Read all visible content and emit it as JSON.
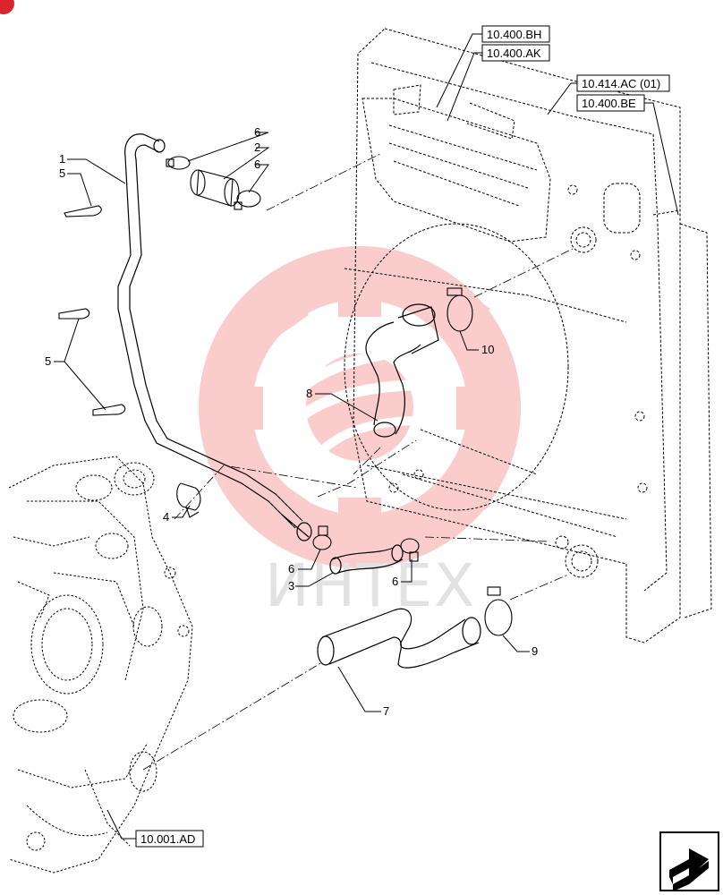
{
  "reference_boxes": [
    {
      "id": "ref-10-400-bh",
      "text": "10.400.BH"
    },
    {
      "id": "ref-10-400-ak",
      "text": "10.400.AK"
    },
    {
      "id": "ref-10-414-ac",
      "text": "10.414.AC (01)"
    },
    {
      "id": "ref-10-400-be",
      "text": "10.400.BE"
    },
    {
      "id": "ref-10-001-ad",
      "text": "10.001.AD"
    }
  ],
  "callouts": {
    "c1": "1",
    "c2": "2",
    "c5a": "5",
    "c5b": "5",
    "c6a": "6",
    "c6b": "6",
    "c4": "4",
    "c6c": "6",
    "c3": "3",
    "c6d": "6",
    "c7": "7",
    "c8": "8",
    "c9": "9",
    "c10": "10"
  },
  "watermark": {
    "text": "ИНТЕХ",
    "color": "#f04a4a"
  },
  "colors": {
    "ink": "#000000",
    "accent": "#d9262c"
  },
  "icons": {
    "corner_mark": "red-badge-icon",
    "nav": "next-page-arrow-icon"
  }
}
